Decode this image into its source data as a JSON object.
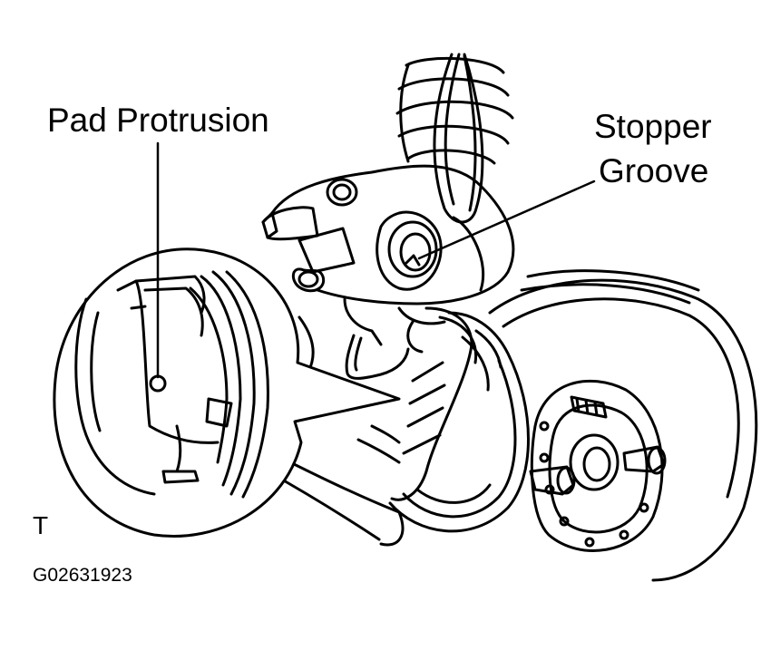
{
  "labels": {
    "pad_protrusion": "Pad Protrusion",
    "stopper_groove_line1": "Stopper",
    "stopper_groove_line2": "Groove",
    "view_marker": "T",
    "figure_code": "G02631923"
  },
  "colors": {
    "ink": "#000000",
    "background": "#ffffff"
  }
}
